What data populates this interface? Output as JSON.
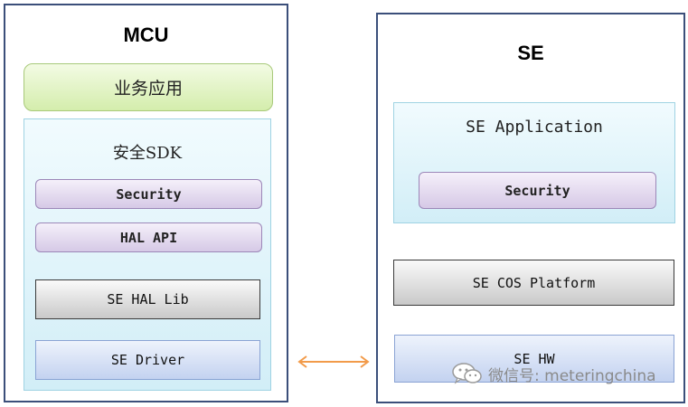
{
  "mcu": {
    "title": "MCU",
    "app_label": "业务应用",
    "sdk": {
      "label": "安全SDK",
      "security_label": "Security",
      "hal_api_label": "HAL API",
      "se_hal_lib_label": "SE HAL Lib",
      "se_driver_label": "SE Driver"
    }
  },
  "se": {
    "title": "SE",
    "application": {
      "label": "SE Application",
      "security_label": "Security"
    },
    "cos_platform_label": "SE COS Platform",
    "hw_label": "SE HW"
  },
  "connector": {
    "color": "#f29b4a"
  },
  "watermark": {
    "text": "微信号: meteringchina",
    "icon": "wechat-icon"
  }
}
